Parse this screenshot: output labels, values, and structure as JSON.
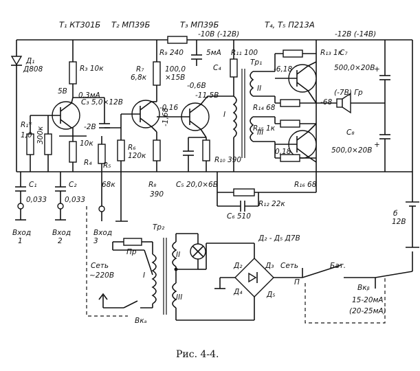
{
  "caption": "Рис. 4-4.",
  "header": {
    "t1": "T₁ КТ301Б",
    "t2": "T₂ МП39Б",
    "t3": "T₃ МП39Б",
    "t45": "T₄, T₅ П213А",
    "v_mid": "-10В (-12В)",
    "v_top": "-12В (-14В)"
  },
  "components": {
    "d1": "Д₁",
    "d1_type": "Д808",
    "r3": "R₃ 10к",
    "i_5v": "5В",
    "i_03ma": "0,3мА",
    "c3": "C₃ 5,0×12В",
    "r1": "R₁*",
    "r1_val": "1,0",
    "r2_val": "300к",
    "v_neg2": "-2В",
    "r_10k": "10к",
    "r4": "R₄",
    "r5": "R₅",
    "r5_val": "68к",
    "c1": "C₁",
    "c1_val": "0,033",
    "c2": "C₂",
    "c2_val": "0,033",
    "r9": "R₉ 240",
    "i_5ma": "5мА",
    "c4_val": "100,0",
    "c4_v": "×15В",
    "c4": "C₄",
    "v_neg06": "-0,6В",
    "r7": "R₇",
    "r7_val": "6,8к",
    "v_115": "-11,5В",
    "v_016": "-0,16",
    "v_168": "-1,68",
    "r6": "R₆",
    "r6_val": "120к",
    "r8": "R₈",
    "r8_val": "390",
    "r10": "R₁₀ 390",
    "c5": "C₅ 20,0×6В",
    "r11": "R₁₁ 100",
    "tr1": "Тр₁",
    "tr1_w1": "I",
    "tr1_w2": "II",
    "tr1_w3": "III",
    "r13": "R₁₃ 1к",
    "v_618": "-6,18",
    "r14": "R₁₄ 68",
    "r15": "R₁₅ 1к",
    "v_018": "0,18",
    "r16": "R₁₆ 68",
    "c7": "C₇",
    "c7_val": "500,0×20В",
    "v_7b": "(-7В) Гр",
    "v_68": "-68",
    "c8": "C₈",
    "c8_val": "500,0×20В",
    "r12": "R₁₂ 22к",
    "c6": "C₆ 510",
    "batt": "б",
    "batt_v": "12В",
    "in1": "Вход",
    "in1_n": "1",
    "in2": "Вход",
    "in2_n": "2",
    "in3": "Вход",
    "in3_n": "3",
    "tr2": "Тр₂",
    "fuse": "Пр",
    "mains": "Сеть",
    "mains_v": "~220В",
    "tr2_w1": "I",
    "tr2_w2": "II",
    "tr2_w3": "III",
    "vk_a": "Вкₐ",
    "diodes": "Д₂ - Д₅ Д7В",
    "d2": "Д₂",
    "d3": "Д₃",
    "d4": "Д₄",
    "d5": "Д₅",
    "sw_mains": "Сеть",
    "sw_batt": "Бат.",
    "sw_p": "П",
    "vk_b": "Вкᵦ",
    "i_1520": "15-20мА",
    "i_2025": "(20-25мА)"
  }
}
